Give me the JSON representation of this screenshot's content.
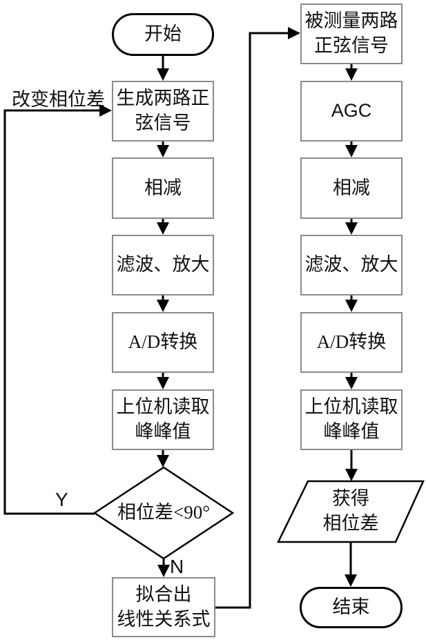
{
  "diagram": {
    "kind": "flowchart",
    "language": "zh-CN"
  },
  "colors": {
    "background": "#ffffff",
    "rect_border": "#8a8a8a",
    "shape_border": "#000000",
    "connector": "#000000",
    "text": "#111111"
  },
  "edge_labels": {
    "change_phase": "改变相位差",
    "yes": "Y",
    "no": "N"
  },
  "left_column": {
    "start": "开始",
    "generate": "生成两路正\n弦信号",
    "subtract": "相减",
    "filter_amplify": "滤波、放大",
    "ad_convert": "A/D转换",
    "read_peak": "上位机读取\n峰峰值",
    "decision": "相位差<90°",
    "fit": "拟合出\n线性关系式"
  },
  "right_column": {
    "measured": "被测量两路\n正弦信号",
    "agc": "AGC",
    "subtract": "相减",
    "filter_amplify": "滤波、放大",
    "ad_convert": "A/D转换",
    "read_peak": "上位机读取\n峰峰值",
    "obtain_phase": "获得\n相位差",
    "end": "结束"
  }
}
